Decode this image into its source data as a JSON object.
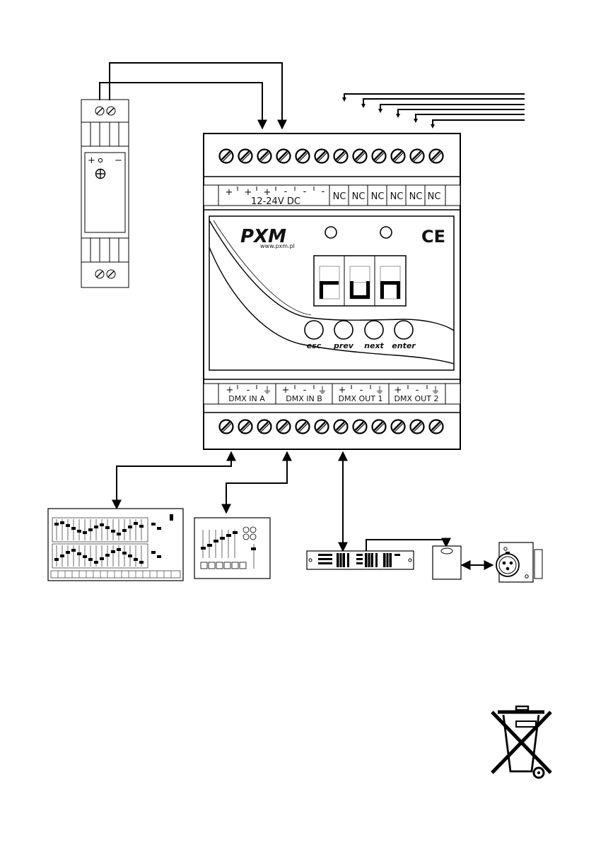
{
  "power_supply": {
    "plus": "+",
    "minus": "−"
  },
  "top_terminals": {
    "labels": [
      "+",
      "+",
      "+",
      "-",
      "-",
      "-",
      "NC",
      "NC",
      "NC",
      "NC",
      "NC",
      "NC"
    ],
    "voltage": "12-24V DC"
  },
  "panel": {
    "logo": "PXM",
    "url": "www.pxm.pl",
    "ce_mark": "CE",
    "display_text": "run",
    "buttons": [
      "esc",
      "prev",
      "next",
      "enter"
    ]
  },
  "bottom_terminals": {
    "groups": [
      {
        "name": "DMX IN A",
        "signs": [
          "+",
          "-",
          "⏚"
        ]
      },
      {
        "name": "DMX IN B",
        "signs": [
          "+",
          "-",
          "⏚"
        ]
      },
      {
        "name": "DMX OUT 1",
        "signs": [
          "+",
          "-",
          "⏚"
        ]
      },
      {
        "name": "DMX OUT 2",
        "signs": [
          "+",
          "-",
          "⏚"
        ]
      }
    ]
  },
  "icons": [
    "power-supply-icon",
    "lighting-console-icon",
    "small-console-icon",
    "dmx-splitter-icon",
    "dmx-device-icon",
    "xlr-connector-icon",
    "weee-bin-icon",
    "ce-mark-icon"
  ]
}
